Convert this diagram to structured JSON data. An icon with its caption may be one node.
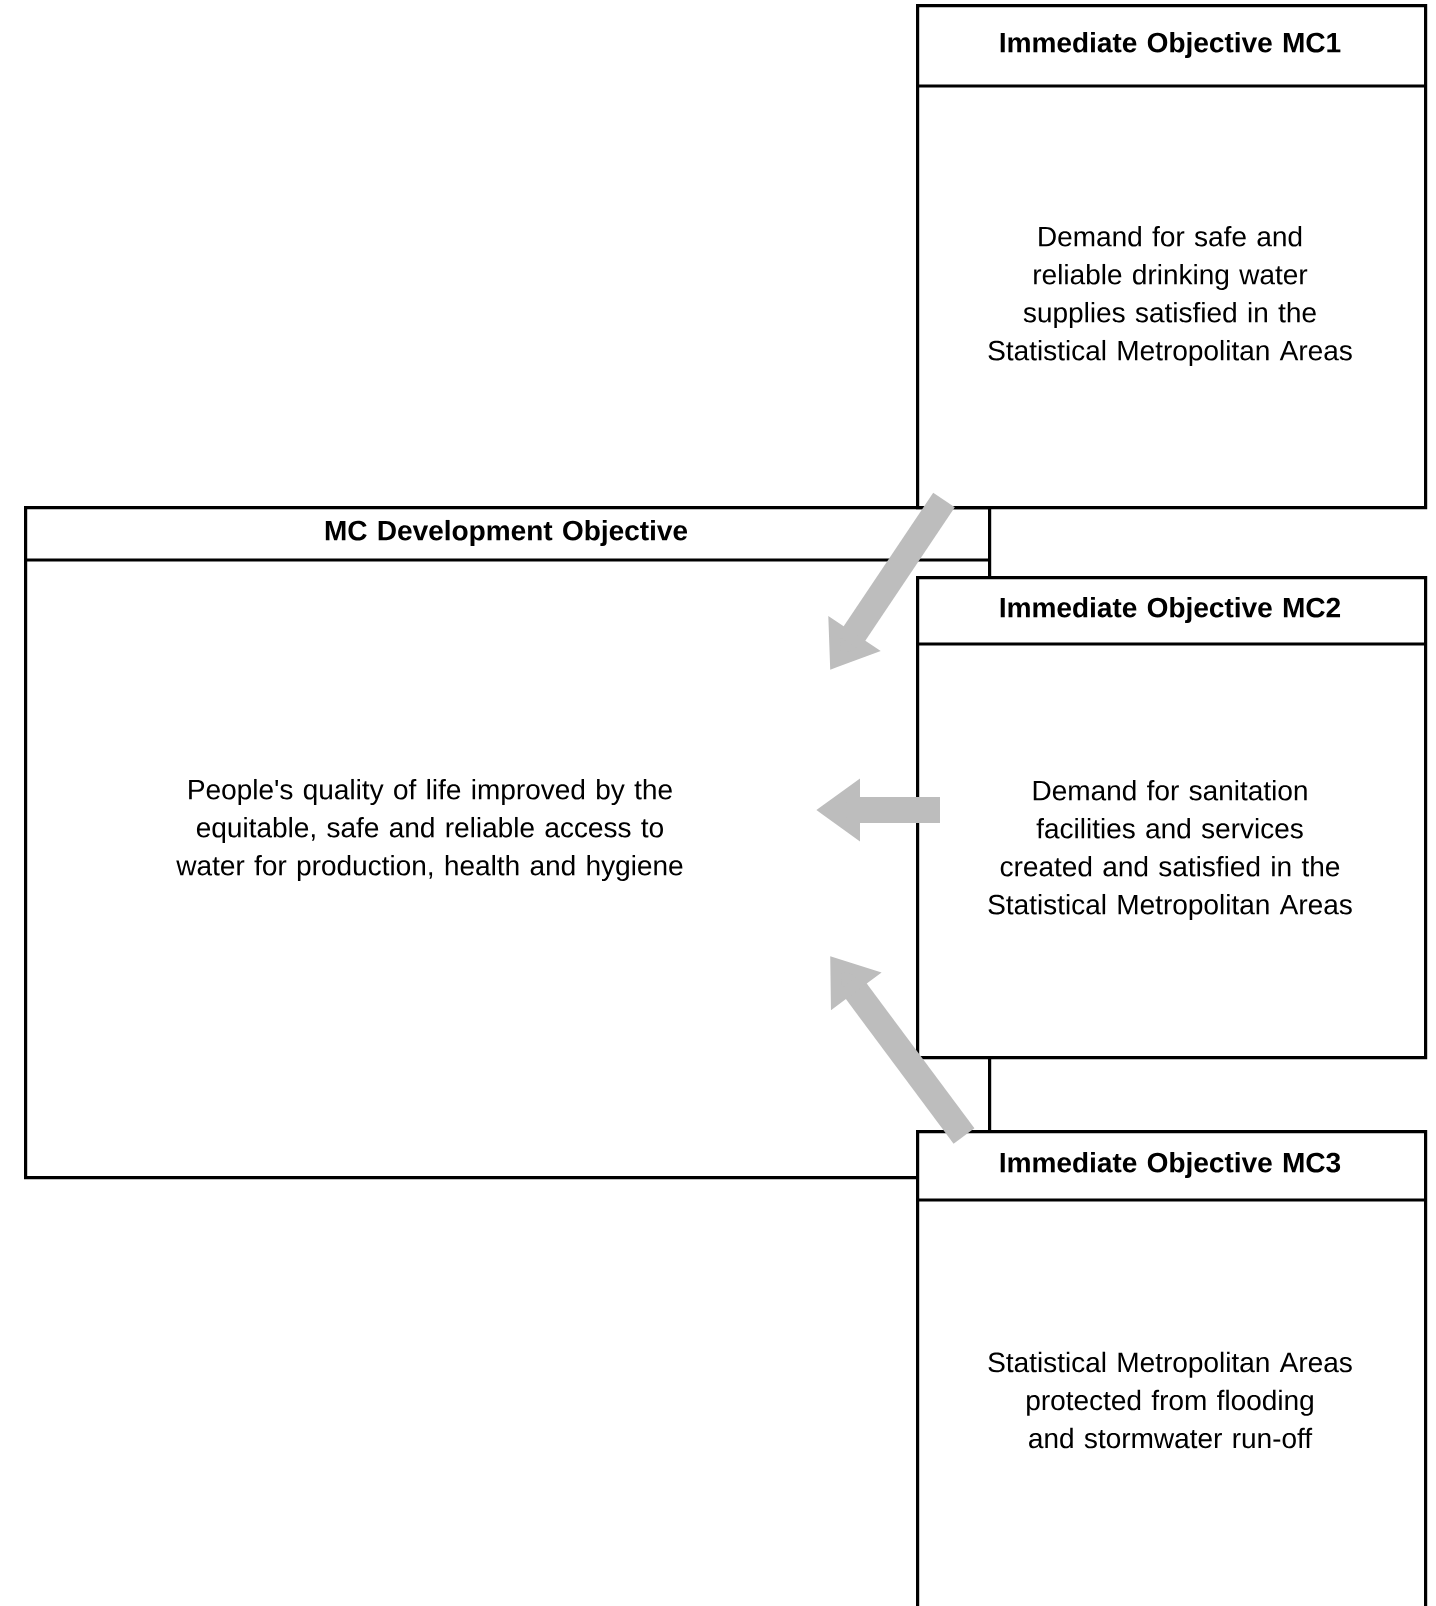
{
  "diagram": {
    "nodes": [
      {
        "text": [
          "MC Development Objective",
          "People's quality of life improved by the equitable, safe and reliable access to water for production, health and hygiene"
        ]
      },
      {
        "text": [
          "Immediate Objective MC1",
          "Demand for safe and reliable drinking water supplies satisfied in the Statistical Metropolitan Areas"
        ]
      },
      {
        "text": [
          "Immediate Objective MC2",
          "Demand for sanitation facilities and services created and satisfied in the Statistical Metropolitan Areas"
        ]
      },
      {
        "text": [
          "Immediate Objective MC3",
          "Statistical Metropolitan Areas protected from flooding and stormwater run-off"
        ]
      }
    ],
    "edges": [
      {
        "from": 1,
        "to": 0,
        "arrow": "to"
      },
      {
        "from": 2,
        "to": 0,
        "arrow": "to"
      },
      {
        "from": 3,
        "to": 0,
        "arrow": "to"
      }
    ]
  }
}
